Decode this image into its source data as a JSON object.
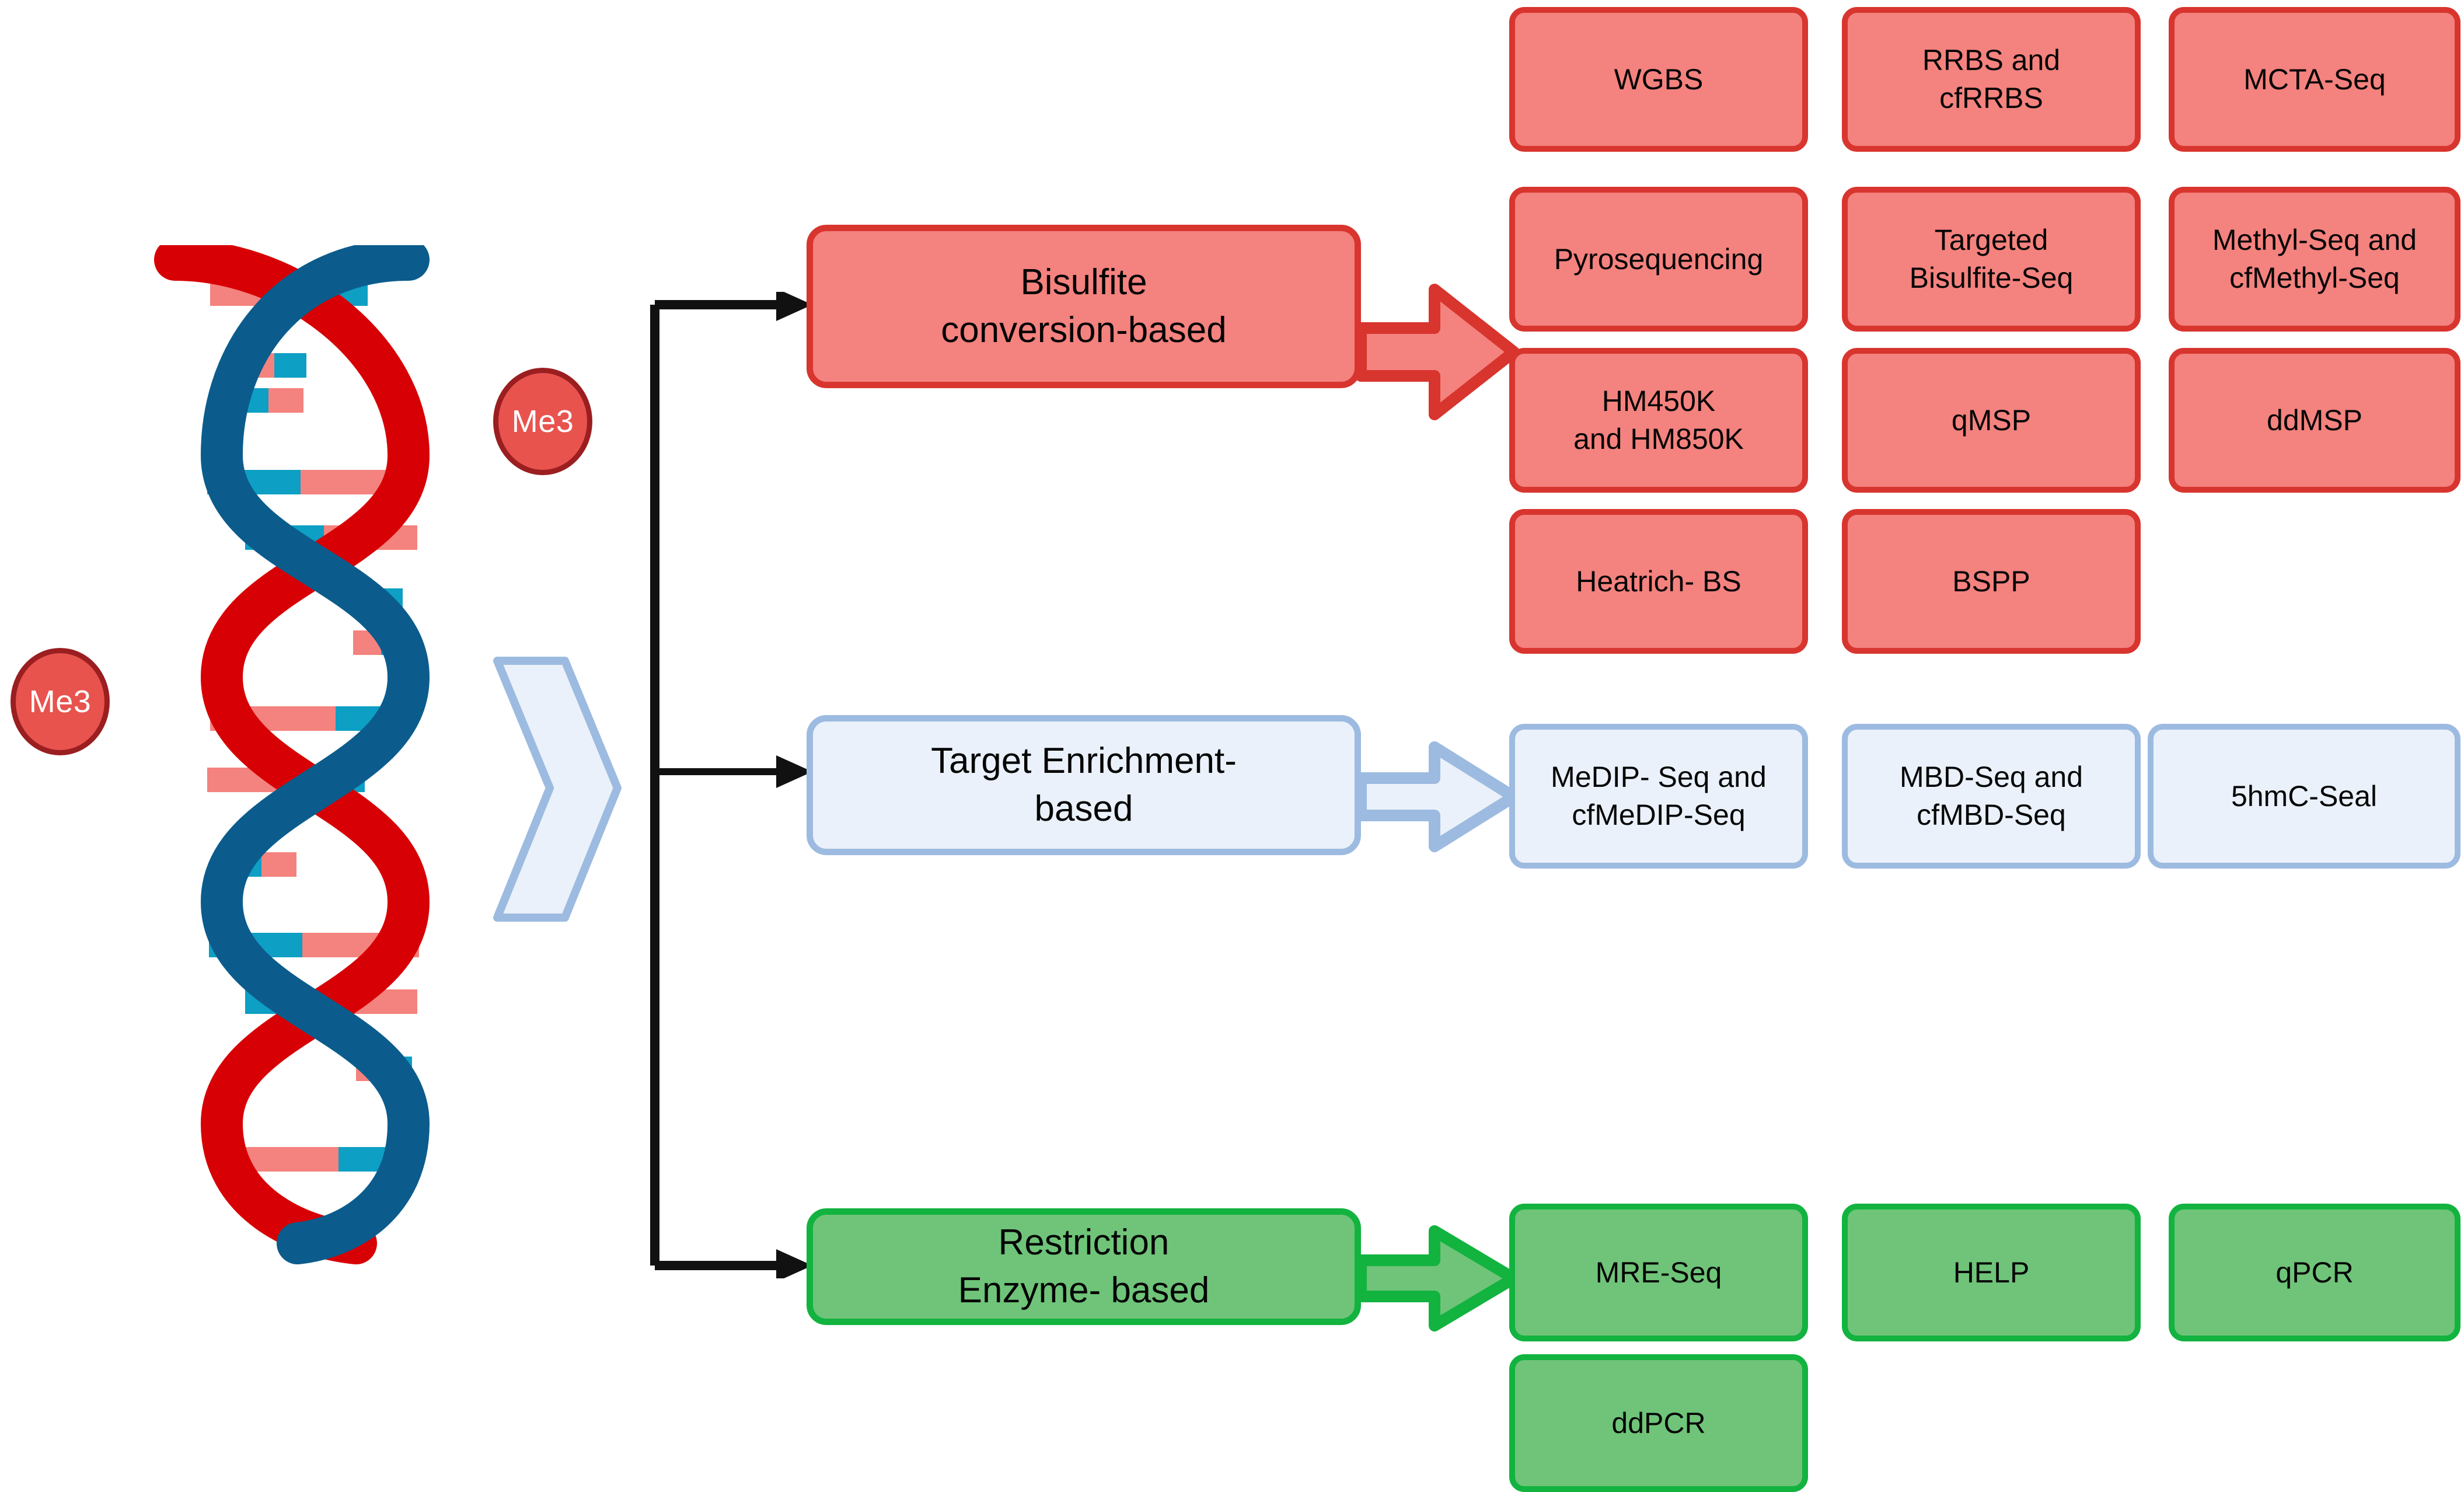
{
  "figure": {
    "dna": {
      "label": "dna-double-helix",
      "strand_colors": [
        "#D70005",
        "#0B5C8C"
      ],
      "base_pair_colors": [
        "#F4827E",
        "#0D9FC4"
      ]
    },
    "me3_marks": [
      {
        "label": "Me3",
        "position": "upper-right"
      },
      {
        "label": "Me3",
        "position": "mid-left"
      }
    ],
    "chevron": {
      "label": "chevron-right",
      "fill": "#EAF1FA",
      "stroke": "#9DBBE0"
    }
  },
  "categories": [
    {
      "id": "bisulfite",
      "label": "Bisulfite conversion-based",
      "color": "#F4827E",
      "border": "#D8352F",
      "methods": [
        "WGBS",
        "RRBS and cfRRBS",
        "MCTA-Seq",
        "Pyrosequencing",
        "Targeted Bisulfite-Seq",
        "Methyl-Seq and cfMethyl-Seq",
        "HM450K and HM850K",
        "qMSP",
        "ddMSP",
        "Heatrich- BS",
        "BSPP"
      ]
    },
    {
      "id": "enrichment",
      "label": "Target Enrichment-based",
      "color": "#EAF1FA",
      "border": "#9DBBE0",
      "methods": [
        "MeDIP- Seq and cfMeDIP-Seq",
        "MBD-Seq and cfMBD-Seq",
        "5hmC-Seal"
      ]
    },
    {
      "id": "restriction",
      "label": "Restriction Enzyme- based",
      "color": "#6FC479",
      "border": "#12B33F",
      "methods": [
        "MRE-Seq",
        "HELP",
        "qPCR",
        "ddPCR"
      ]
    }
  ],
  "category_lines": {
    "bisulfite": [
      "Bisulfite",
      "conversion-based"
    ],
    "enrichment": [
      "Target Enrichment-",
      "based"
    ],
    "restriction": [
      "Restriction",
      "Enzyme- based"
    ]
  },
  "method_lines": {
    "wgbs": [
      "WGBS"
    ],
    "rrbs": [
      "RRBS and",
      "cfRRBS"
    ],
    "mcta": [
      "MCTA-Seq"
    ],
    "pyro": [
      "Pyrosequencing"
    ],
    "targeted": [
      "Targeted",
      "Bisulfite-Seq"
    ],
    "methylseq": [
      "Methyl-Seq and",
      "cfMethyl-Seq"
    ],
    "hm450k": [
      "HM450K",
      "and HM850K"
    ],
    "qmsp": [
      "qMSP"
    ],
    "ddmsp": [
      "ddMSP"
    ],
    "heatrich": [
      "Heatrich- BS"
    ],
    "bspp": [
      "BSPP"
    ],
    "medip": [
      "MeDIP- Seq and",
      "cfMeDIP-Seq"
    ],
    "mbd": [
      "MBD-Seq and",
      "cfMBD-Seq"
    ],
    "fivehmc": [
      "5hmC-Seal"
    ],
    "mreseq": [
      "MRE-Seq"
    ],
    "help": [
      "HELP"
    ],
    "qpcr": [
      "qPCR"
    ],
    "ddpcr": [
      "ddPCR"
    ]
  }
}
